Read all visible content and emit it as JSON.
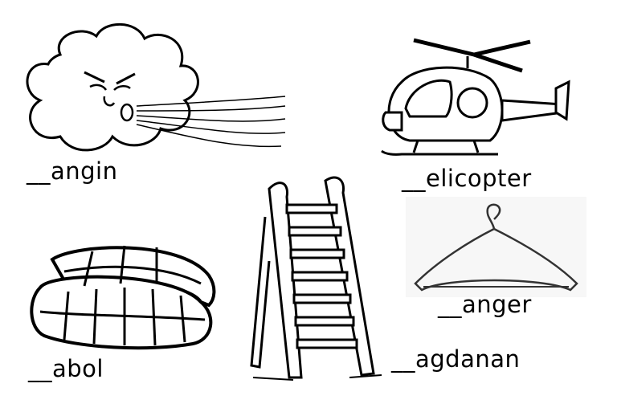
{
  "worksheet": {
    "items": [
      {
        "picture": "wind-cloud",
        "word": "__angin"
      },
      {
        "picture": "helicopter",
        "word": "__elicopter"
      },
      {
        "picture": "ladder",
        "word": "__agdanan"
      },
      {
        "picture": "hanger",
        "word": "__anger"
      },
      {
        "picture": "folded-blanket",
        "word": "__abol"
      }
    ]
  }
}
